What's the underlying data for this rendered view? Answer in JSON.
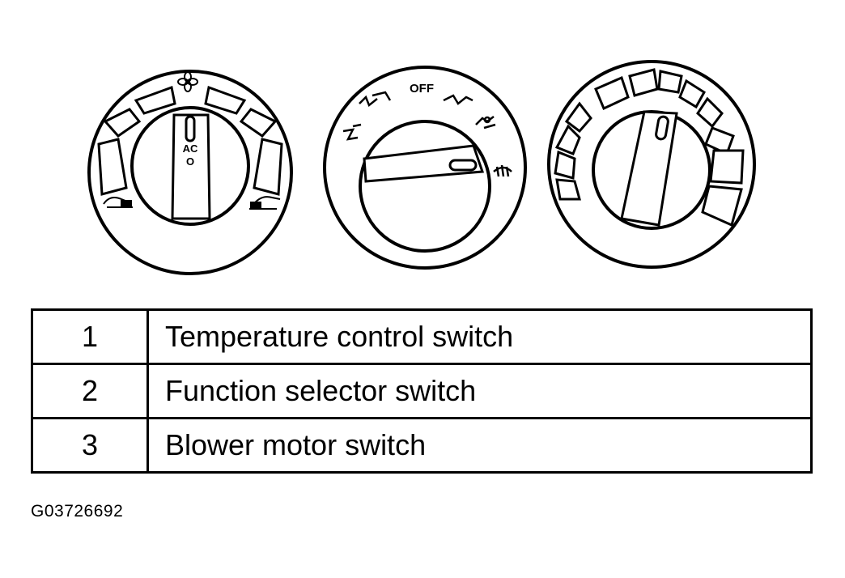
{
  "dials": {
    "temperature": {
      "ac_label": "AC",
      "ac_indicator": "O",
      "top_icon": "fan-icon",
      "left_icon": "cold-air-icon",
      "right_icon": "hot-air-icon"
    },
    "function": {
      "off_label": "OFF",
      "icons": [
        "floor-vent-icon",
        "bilevel-vent-icon",
        "panel-vent-icon",
        "floor-defrost-icon",
        "defrost-icon"
      ]
    },
    "blower": {
      "icon": "blower-speed-segments"
    }
  },
  "legend": [
    {
      "number": "1",
      "description": "Temperature control switch"
    },
    {
      "number": "2",
      "description": "Function selector switch"
    },
    {
      "number": "3",
      "description": "Blower motor switch"
    }
  ],
  "figure_id": "G03726692"
}
